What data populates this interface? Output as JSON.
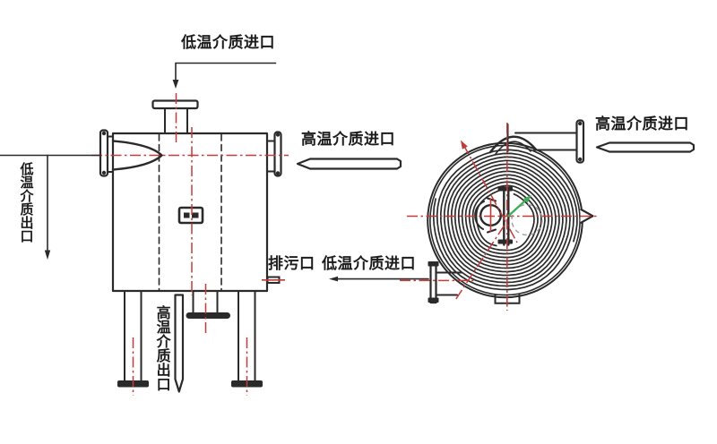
{
  "labels": {
    "cold_inlet_top": "低温介质进口",
    "hot_inlet_mid": "高温介质进口",
    "hot_inlet_right": "高温介质进口",
    "cold_outlet_left": "低温介质出口",
    "drain": "排污口",
    "cold_inlet_bottom": "低温介质进口",
    "hot_outlet_bottom": "高温介质出口"
  },
  "colors": {
    "line": "#2a2a2a",
    "centerline": "#c23b3b",
    "direction_arrow_green": "#3cae57",
    "phantom": "#9d9d9d",
    "background": "#ffffff"
  }
}
